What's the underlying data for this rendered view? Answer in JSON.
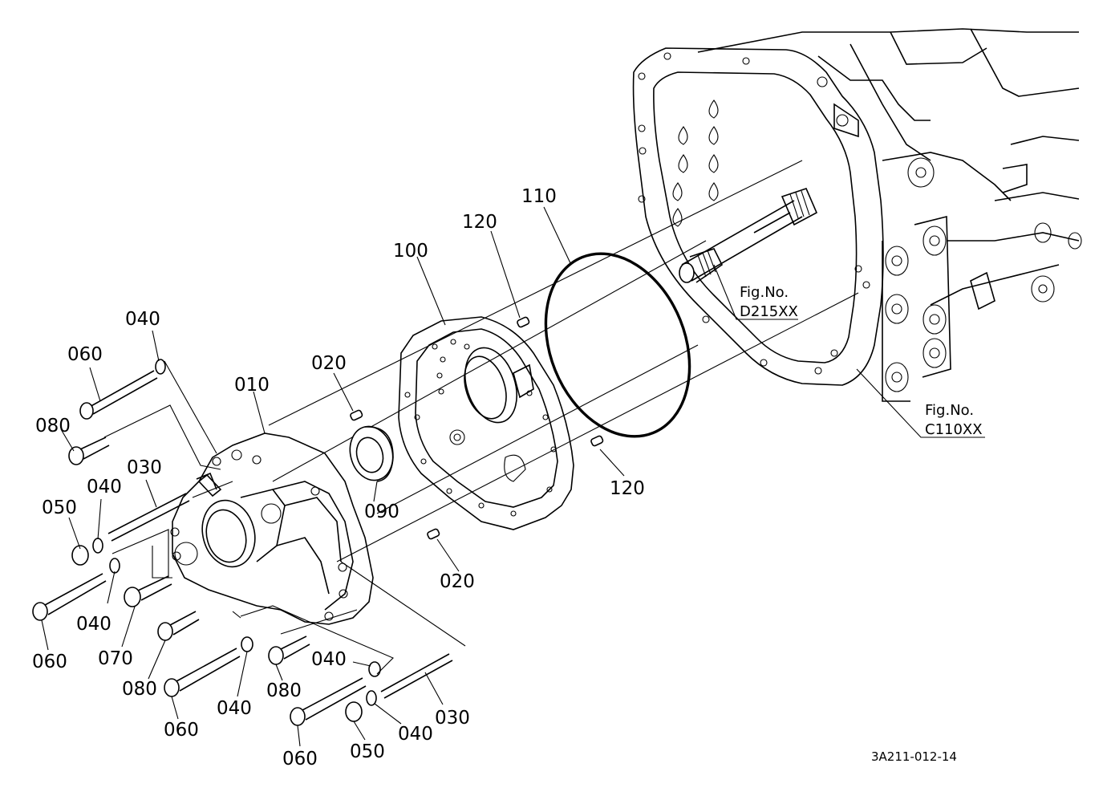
{
  "diagram": {
    "callouts": [
      {
        "id": "c-110",
        "text": "110"
      },
      {
        "id": "c-120a",
        "text": "120"
      },
      {
        "id": "c-100",
        "text": "100"
      },
      {
        "id": "c-020a",
        "text": "020"
      },
      {
        "id": "c-010",
        "text": "010"
      },
      {
        "id": "c-040a",
        "text": "040"
      },
      {
        "id": "c-060a",
        "text": "060"
      },
      {
        "id": "c-080a",
        "text": "080"
      },
      {
        "id": "c-030a",
        "text": "030"
      },
      {
        "id": "c-040b",
        "text": "040"
      },
      {
        "id": "c-050a",
        "text": "050"
      },
      {
        "id": "c-090",
        "text": "090"
      },
      {
        "id": "c-120b",
        "text": "120"
      },
      {
        "id": "c-020b",
        "text": "020"
      },
      {
        "id": "c-040c",
        "text": "040"
      },
      {
        "id": "c-060b",
        "text": "060"
      },
      {
        "id": "c-070",
        "text": "070"
      },
      {
        "id": "c-080b",
        "text": "080"
      },
      {
        "id": "c-040d",
        "text": "040"
      },
      {
        "id": "c-080c",
        "text": "080"
      },
      {
        "id": "c-040e",
        "text": "040"
      },
      {
        "id": "c-060c",
        "text": "060"
      },
      {
        "id": "c-030b",
        "text": "030"
      },
      {
        "id": "c-060d",
        "text": "060"
      },
      {
        "id": "c-050b",
        "text": "050"
      },
      {
        "id": "c-040f",
        "text": "040"
      }
    ],
    "figure_refs": [
      {
        "line1": "Fig.No.",
        "line2": "D215XX"
      },
      {
        "line1": "Fig.No.",
        "line2": "C110XX"
      }
    ],
    "drawing_code": "3A211-012-14"
  }
}
